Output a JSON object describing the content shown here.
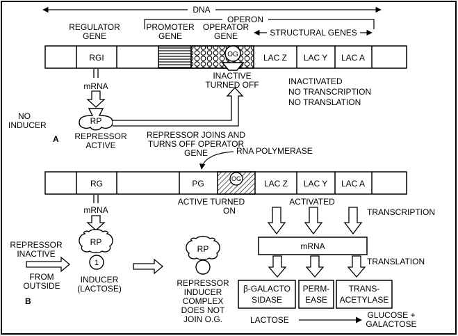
{
  "panel_a": {
    "label": "A",
    "dna_label": "DNA",
    "operon_label": "OPERON",
    "regulator_gene_label": [
      "REGULATOR",
      "GENE"
    ],
    "promoter_gene_label": [
      "PROMOTER",
      "GENE"
    ],
    "operator_gene_label": [
      "OPERATOR",
      "GENE"
    ],
    "structural_genes_label": "STRUCTURAL GENES",
    "segments": {
      "regulator": "RGI",
      "operator": "OG",
      "lac_z": "LAC Z",
      "lac_y": "LAC Y",
      "lac_a": "LAC A"
    },
    "mrna": "mRNA",
    "inactive_label": [
      "INACTIVE",
      "TURNED OFF"
    ],
    "status": [
      "INACTIVATED",
      "NO TRANSCRIPTION",
      "NO TRANSLATION"
    ],
    "no_inducer": [
      "NO",
      "INDUCER"
    ],
    "repressor": "RP",
    "repressor_active": [
      "REPRESSOR",
      "ACTIVE"
    ],
    "repressor_joins": [
      "REPRESSOR JOINS AND",
      "TURNS OFF OPERATOR",
      "GENE"
    ]
  },
  "panel_b": {
    "label": "B",
    "rna_polymerase": "RNA POLYMERASE",
    "segments": {
      "regulator": "RG",
      "promoter": "PG",
      "operator": "OG",
      "lac_z": "LAC Z",
      "lac_y": "LAC Y",
      "lac_a": "LAC A"
    },
    "active_turned_on": [
      "ACTIVE TURNED",
      "ON"
    ],
    "activated": "ACTIVATED",
    "transcription": "TRANSCRIPTION",
    "translation": "TRANSLATION",
    "mrna_left": "mRNA",
    "mrna_box": "mRNA",
    "repressor_inactive": [
      "REPRESSOR",
      "INACTIVE"
    ],
    "from_outside": [
      "FROM",
      "OUTSIDE"
    ],
    "repressor": "RP",
    "inducer_number": "1",
    "inducer": [
      "INDUCER",
      "(LACTOSE)"
    ],
    "complex_rp": "RP",
    "complex_label": [
      "REPRESSOR",
      "INDUCER",
      "COMPLEX",
      "DOES NOT",
      "JOIN O.G."
    ],
    "enzymes": [
      [
        "β-GALACTO",
        "SIDASE"
      ],
      [
        "PERM-",
        "EASE"
      ],
      [
        "TRANS-",
        "ACETYLASE"
      ]
    ],
    "lactose": "LACTOSE",
    "products": [
      "GLUCOSE +",
      "GALACTOSE"
    ]
  }
}
